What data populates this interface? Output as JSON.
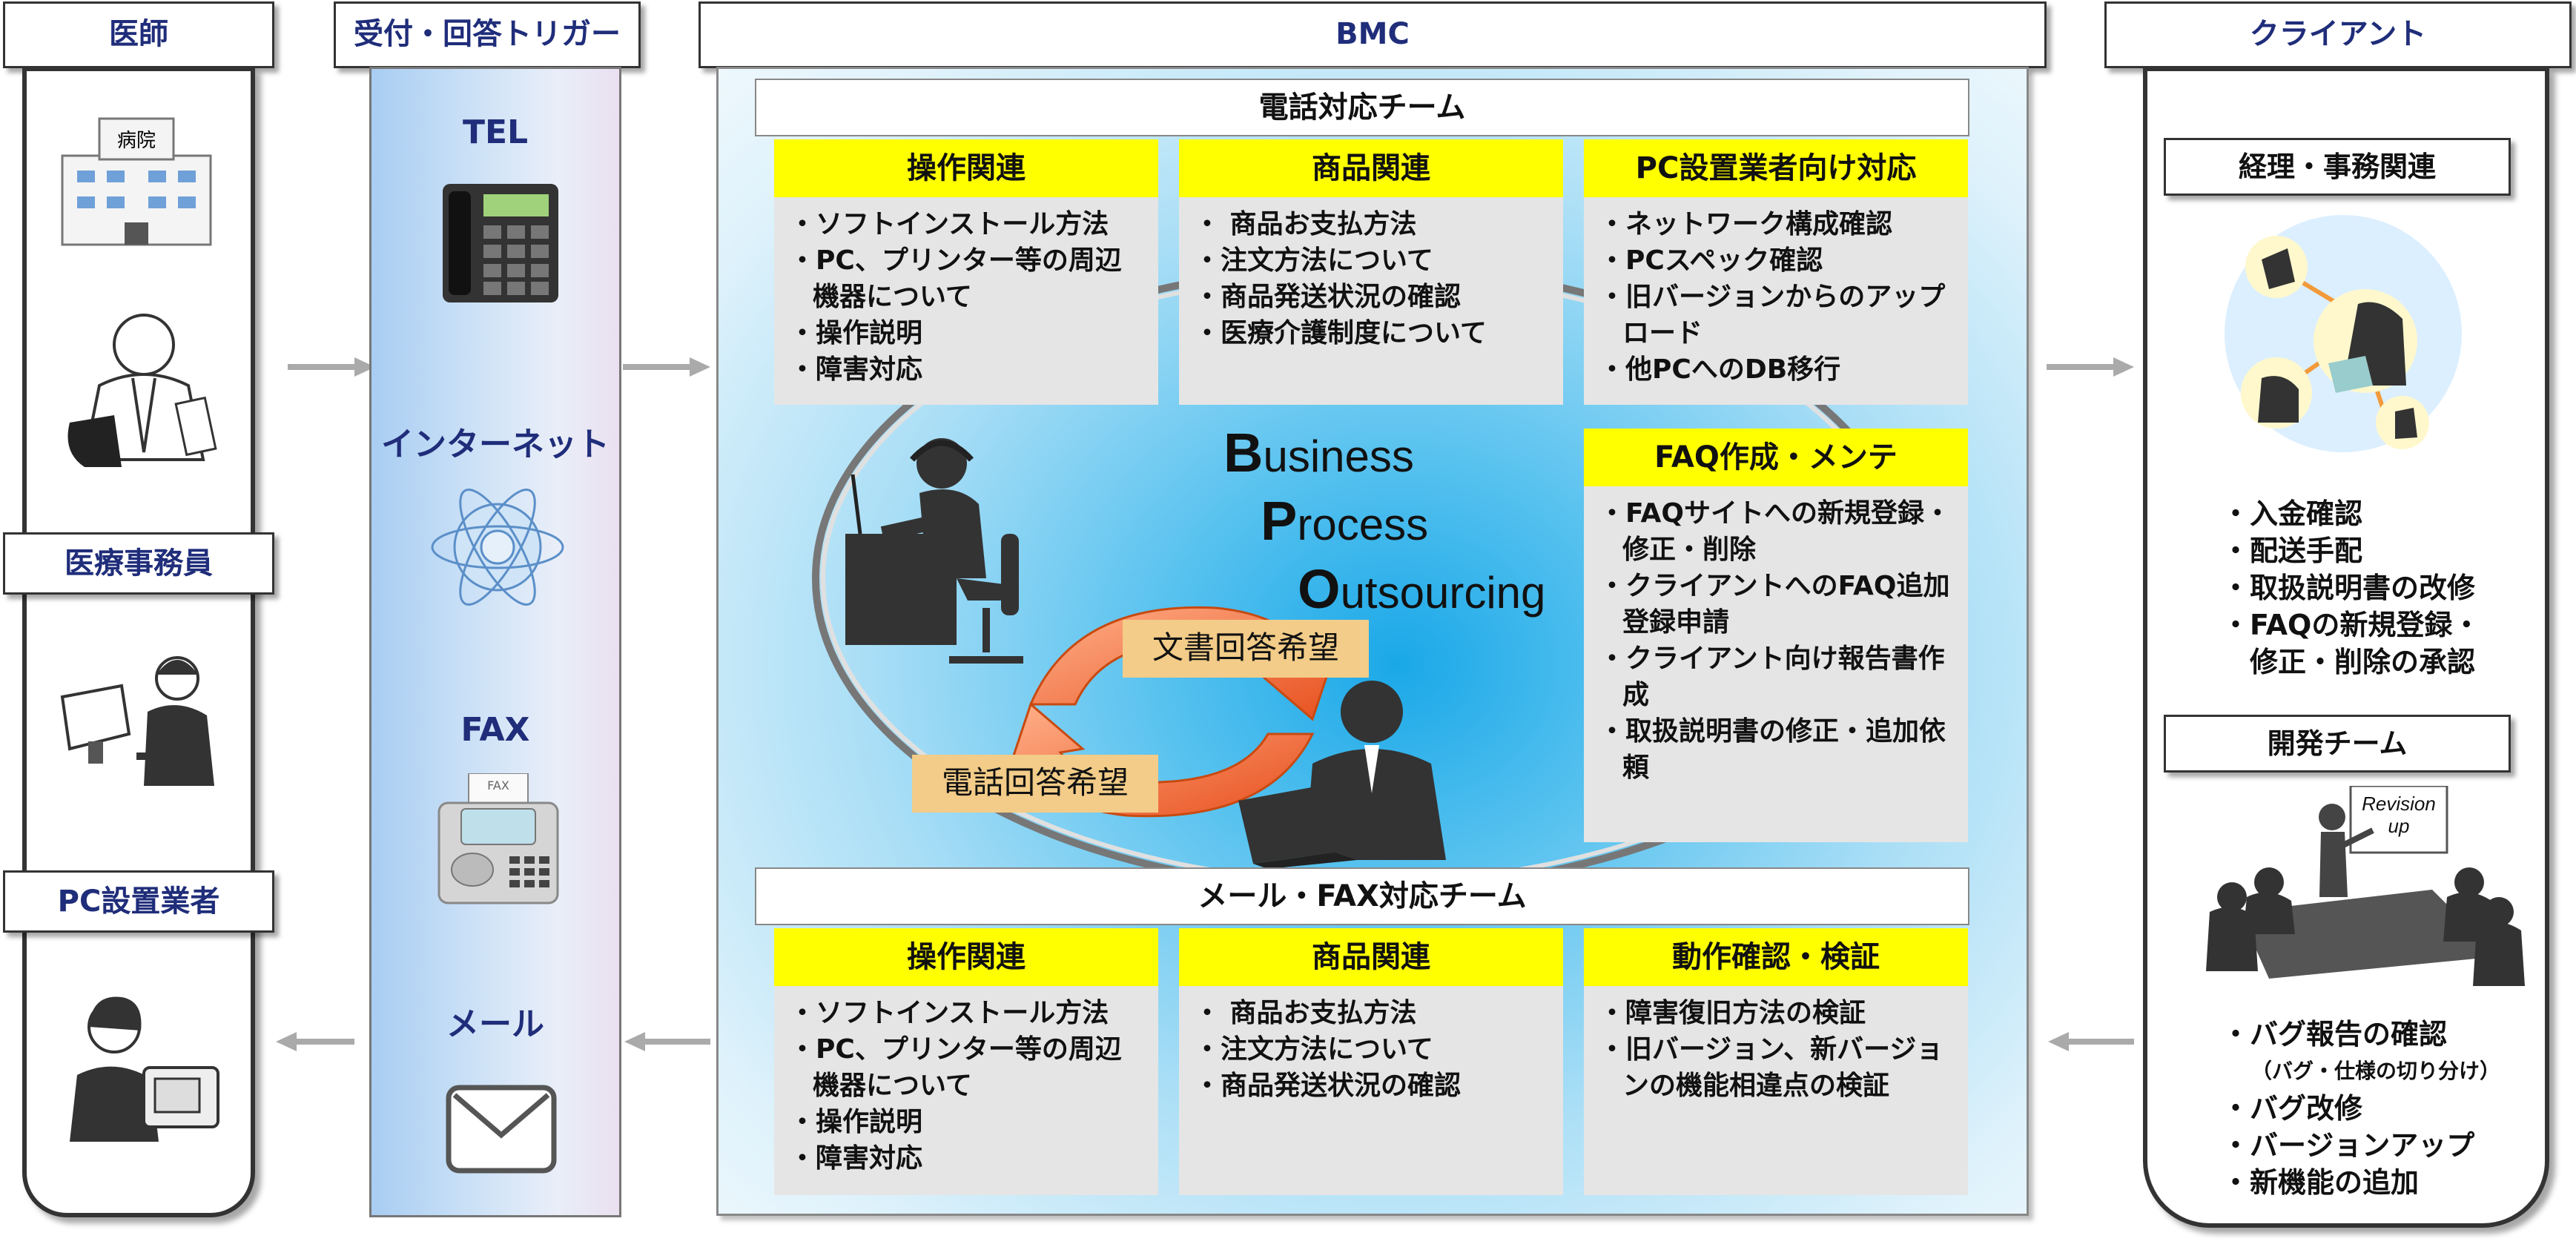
{
  "headers": {
    "doctor": "医師",
    "trigger": "受付・回答トリガー",
    "bmc": "BMC",
    "client": "クライアント"
  },
  "left_labels": {
    "hospital_sign": "病院",
    "medical_clerk": "医療事務員",
    "pc_installer": "PC設置業者"
  },
  "triggers": [
    "TEL",
    "インターネット",
    "FAX",
    "メール"
  ],
  "fax_paper_label": "FAX",
  "bmc": {
    "phone_team": "電話対応チーム",
    "mail_team": "メール・FAX対応チーム",
    "bpo_lines": [
      {
        "initial": "B",
        "rest": "usiness"
      },
      {
        "initial": "P",
        "rest": "rocess"
      },
      {
        "initial": "O",
        "rest": "utsourcing"
      }
    ],
    "cycle_labels": {
      "document": "文書回答希望",
      "phone": "電話回答希望"
    },
    "phone_cards": [
      {
        "title": "操作関連",
        "items": [
          "ソフトインストール方法",
          "PC、プリンター等の周辺機器について",
          "操作説明",
          "障害対応"
        ]
      },
      {
        "title": "商品関連",
        "items": [
          " 商品お支払方法",
          "注文方法について",
          "商品発送状況の確認",
          "医療介護制度について"
        ]
      },
      {
        "title": "PC設置業者向け対応",
        "items": [
          "ネットワーク構成確認",
          "PCスペック確認",
          "旧バージョンからのアップロード",
          "他PCへのDB移行"
        ]
      }
    ],
    "faq_card": {
      "title": "FAQ作成・メンテ",
      "items": [
        "FAQサイトへの新規登録・修正・削除",
        "クライアントへのFAQ追加登録申請",
        "クライアント向け報告書作成",
        "取扱説明書の修正・追加依頼"
      ]
    },
    "mail_cards": [
      {
        "title": "操作関連",
        "items": [
          "ソフトインストール方法",
          "PC、プリンター等の周辺機器について",
          "操作説明",
          "障害対応"
        ]
      },
      {
        "title": "商品関連",
        "items": [
          " 商品お支払方法",
          "注文方法について",
          "商品発送状況の確認"
        ]
      },
      {
        "title": "動作確認・検証",
        "items": [
          "障害復旧方法の検証",
          "旧バージョン、新バージョンの機能相違点の検証"
        ]
      }
    ]
  },
  "client": {
    "accounting_title": "経理・事務関連",
    "accounting_items": [
      "入金確認",
      "配送手配",
      "取扱説明書の改修",
      "FAQの新規登録・",
      "修正・削除の承認"
    ],
    "dev_title": "開発チーム",
    "revision_note": "Revision up",
    "dev_items": [
      "バグ報告の確認",
      "（バグ・仕様の切り分け）",
      "バグ改修",
      "バージョンアップ",
      "新機能の追加"
    ]
  },
  "colors": {
    "header_text": "#1f2d7a",
    "card_title_bg": "#ffff00",
    "card_bg": "#e5e5e5",
    "cycle_arrow": "#f07030",
    "cycle_label_bg": "#f2cc88"
  }
}
